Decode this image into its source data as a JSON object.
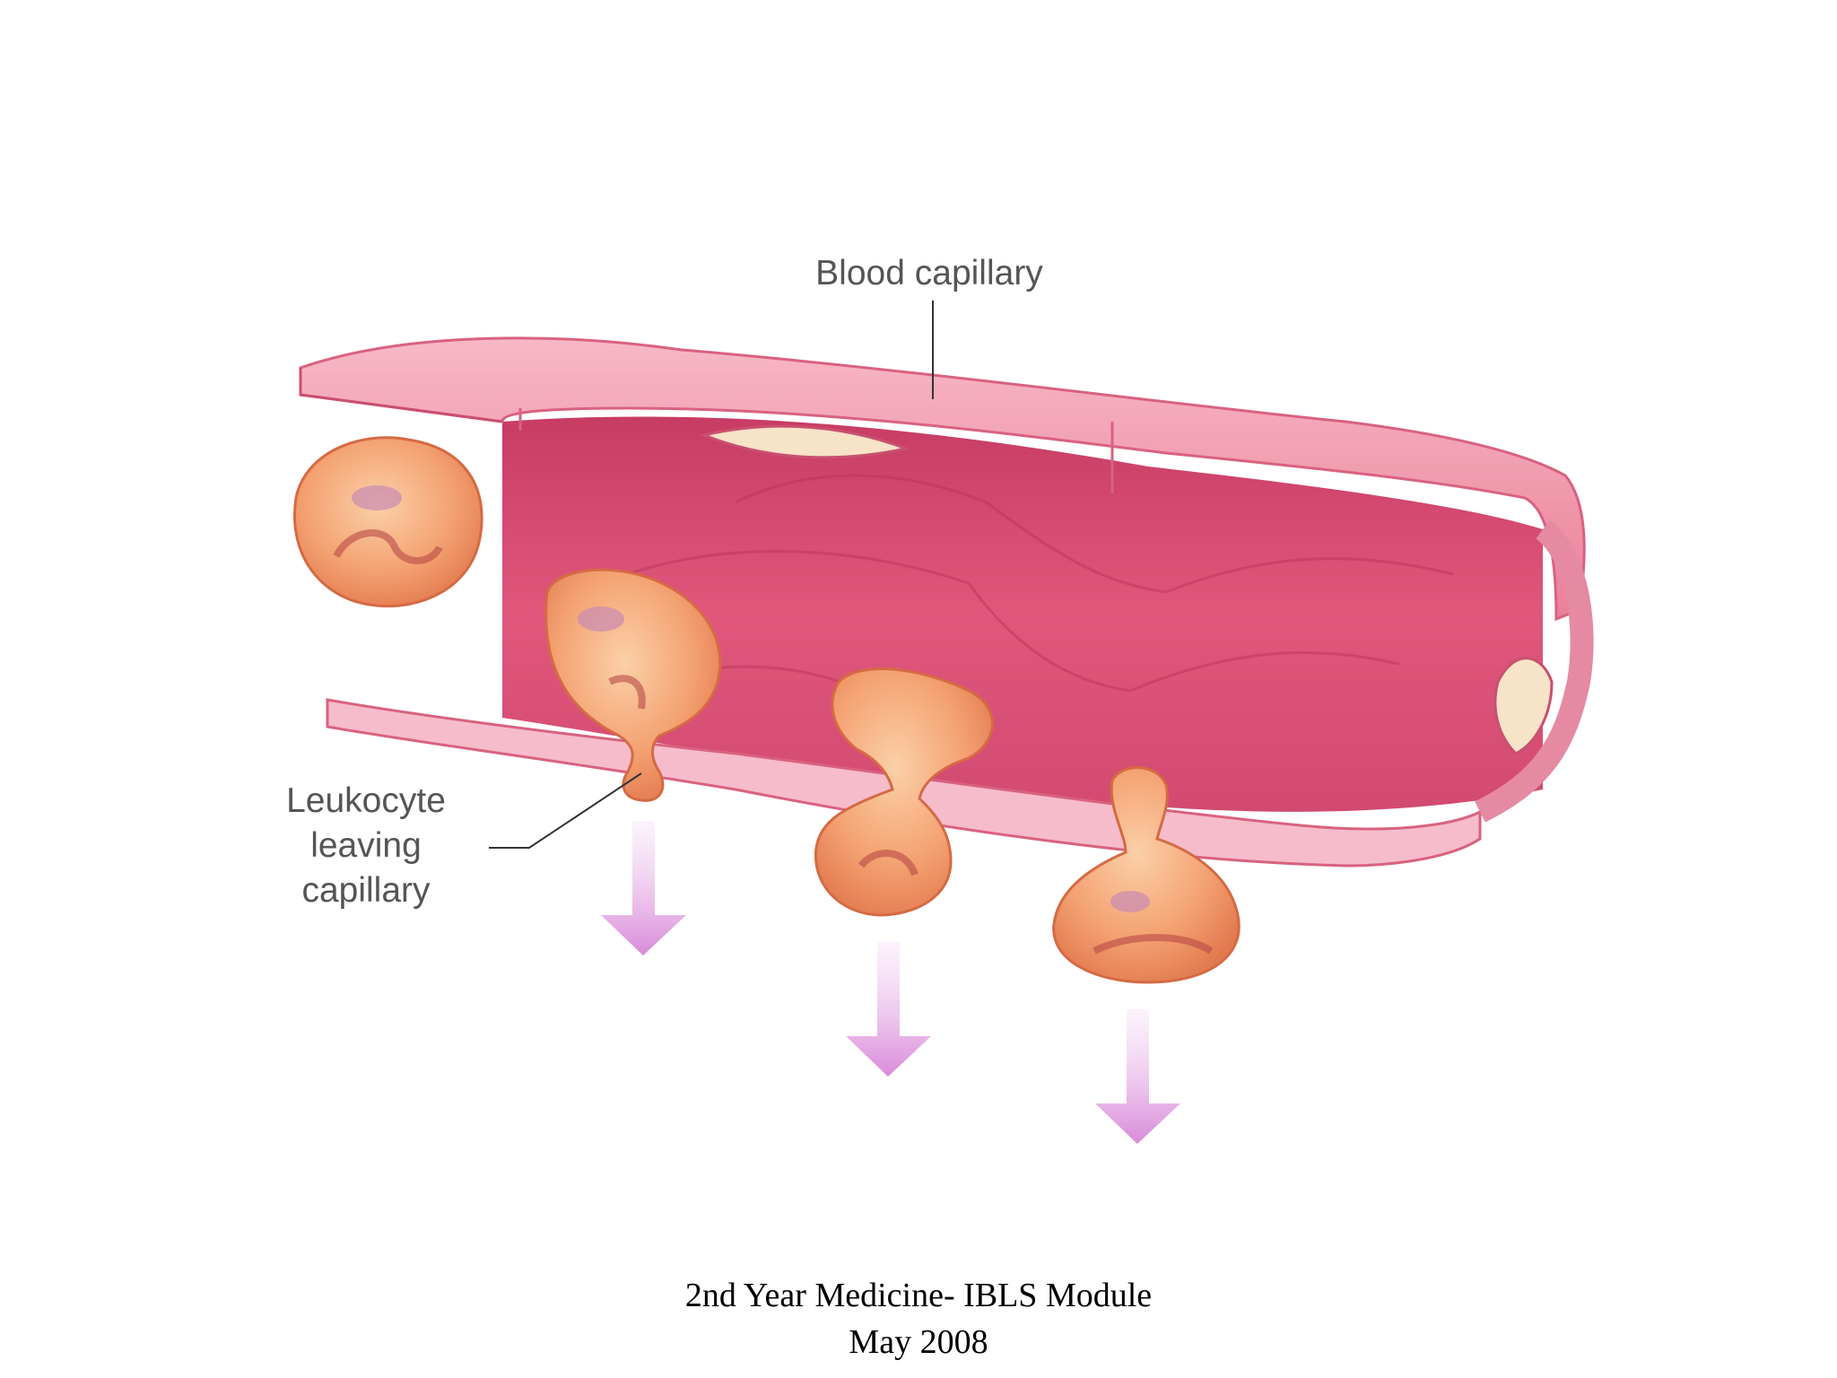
{
  "diagram": {
    "labels": {
      "capillary": "Blood capillary",
      "leukocyte_line1": "Leukocyte",
      "leukocyte_line2": "leaving",
      "leukocyte_line3": "capillary"
    },
    "colors": {
      "vessel_wall": "#e8748f",
      "vessel_wall_light": "#f4a6b8",
      "vessel_lumen": "#d44a6e",
      "leukocyte": "#f29a6c",
      "leukocyte_dark": "#e0734a",
      "nucleus": "#c45a78",
      "arrow": "#e7a6e4"
    }
  },
  "footer": {
    "line1": "2nd Year Medicine- IBLS Module",
    "line2": "May 2008"
  }
}
